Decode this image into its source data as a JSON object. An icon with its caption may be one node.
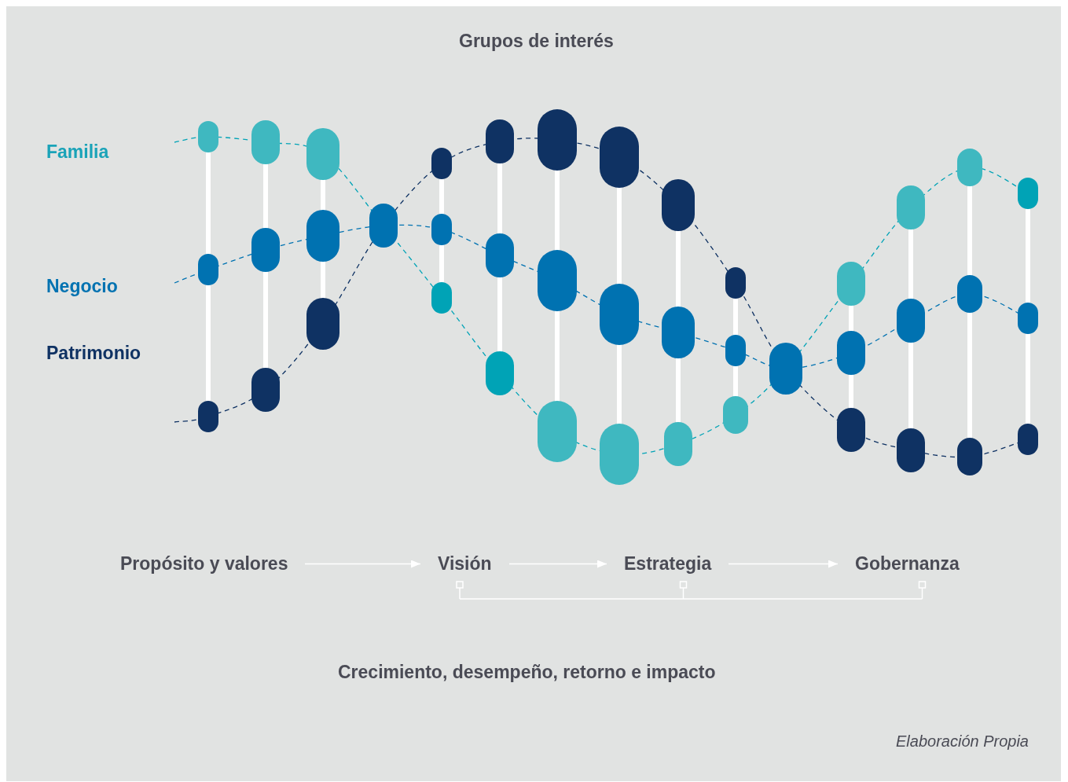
{
  "diagram": {
    "title": "Grupos de interés",
    "nodes": [
      {
        "text": [
          "Propósito y valores"
        ]
      },
      {
        "text": [
          "Visión"
        ]
      },
      {
        "text": [
          "Estrategia"
        ]
      },
      {
        "text": [
          "Gobernanza"
        ]
      }
    ],
    "edges": [
      {
        "from": 0,
        "to": 1,
        "arrow": "to"
      },
      {
        "from": 1,
        "to": 2,
        "arrow": "to"
      },
      {
        "from": 2,
        "to": 3,
        "arrow": "to"
      }
    ],
    "labels": [
      "Familia",
      "Negocio",
      "Patrimonio",
      "Crecimiento, desempeño, retorno e impacto"
    ],
    "caption": "Elaboración Propia"
  }
}
